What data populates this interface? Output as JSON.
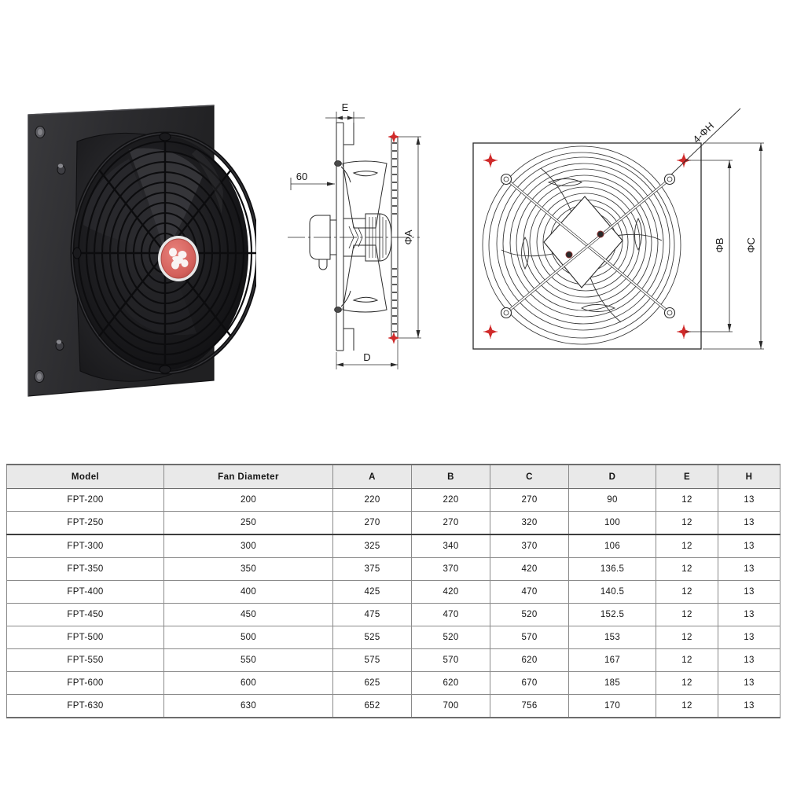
{
  "photo": {
    "alt_name": "axial-wall-fan-photo",
    "body_color": "#2b2b2d",
    "panel_color": "#313134",
    "logo": {
      "name": "manufacturer-logo-badge",
      "color": "#d4615c",
      "ring_color": "#f2f2f2"
    },
    "parts": {
      "mounting_plate": "mounting plate",
      "fan_guard": "wire fan guard",
      "blade": "fan blade",
      "venturi": "venturi cone",
      "corner_hole": "corner mounting hole"
    }
  },
  "side_view": {
    "name": "side-section-view",
    "labels": {
      "e": "E",
      "sixty": "60",
      "phi_a": "ΦA",
      "d": "D"
    }
  },
  "front_view": {
    "name": "front-elevation-view",
    "labels": {
      "holes_callout": "4-ΦH",
      "phi_b": "ΦB",
      "phi_c": "ΦC"
    },
    "marker_color": "#d02b2b",
    "mounting_hole_count": 4
  },
  "spec_table": {
    "name": "dimension-spec-table",
    "columns": [
      "Model",
      "Fan Diameter",
      "A",
      "B",
      "C",
      "D",
      "E",
      "H"
    ],
    "rows": [
      {
        "model": "FPT-200",
        "diameter": "200",
        "a": "220",
        "b": "220",
        "c": "270",
        "d": "90",
        "e": "12",
        "h": "13"
      },
      {
        "model": "FPT-250",
        "diameter": "250",
        "a": "270",
        "b": "270",
        "c": "320",
        "d": "100",
        "e": "12",
        "h": "13"
      },
      {
        "model": "FPT-300",
        "diameter": "300",
        "a": "325",
        "b": "340",
        "c": "370",
        "d": "106",
        "e": "12",
        "h": "13"
      },
      {
        "model": "FPT-350",
        "diameter": "350",
        "a": "375",
        "b": "370",
        "c": "420",
        "d": "136.5",
        "e": "12",
        "h": "13"
      },
      {
        "model": "FPT-400",
        "diameter": "400",
        "a": "425",
        "b": "420",
        "c": "470",
        "d": "140.5",
        "e": "12",
        "h": "13"
      },
      {
        "model": "FPT-450",
        "diameter": "450",
        "a": "475",
        "b": "470",
        "c": "520",
        "d": "152.5",
        "e": "12",
        "h": "13"
      },
      {
        "model": "FPT-500",
        "diameter": "500",
        "a": "525",
        "b": "520",
        "c": "570",
        "d": "153",
        "e": "12",
        "h": "13"
      },
      {
        "model": "FPT-550",
        "diameter": "550",
        "a": "575",
        "b": "570",
        "c": "620",
        "d": "167",
        "e": "12",
        "h": "13"
      },
      {
        "model": "FPT-600",
        "diameter": "600",
        "a": "625",
        "b": "620",
        "c": "670",
        "d": "185",
        "e": "12",
        "h": "13"
      },
      {
        "model": "FPT-630",
        "diameter": "630",
        "a": "652",
        "b": "700",
        "c": "756",
        "d": "170",
        "e": "12",
        "h": "13"
      }
    ],
    "thick_border_after_row_index": 1
  }
}
